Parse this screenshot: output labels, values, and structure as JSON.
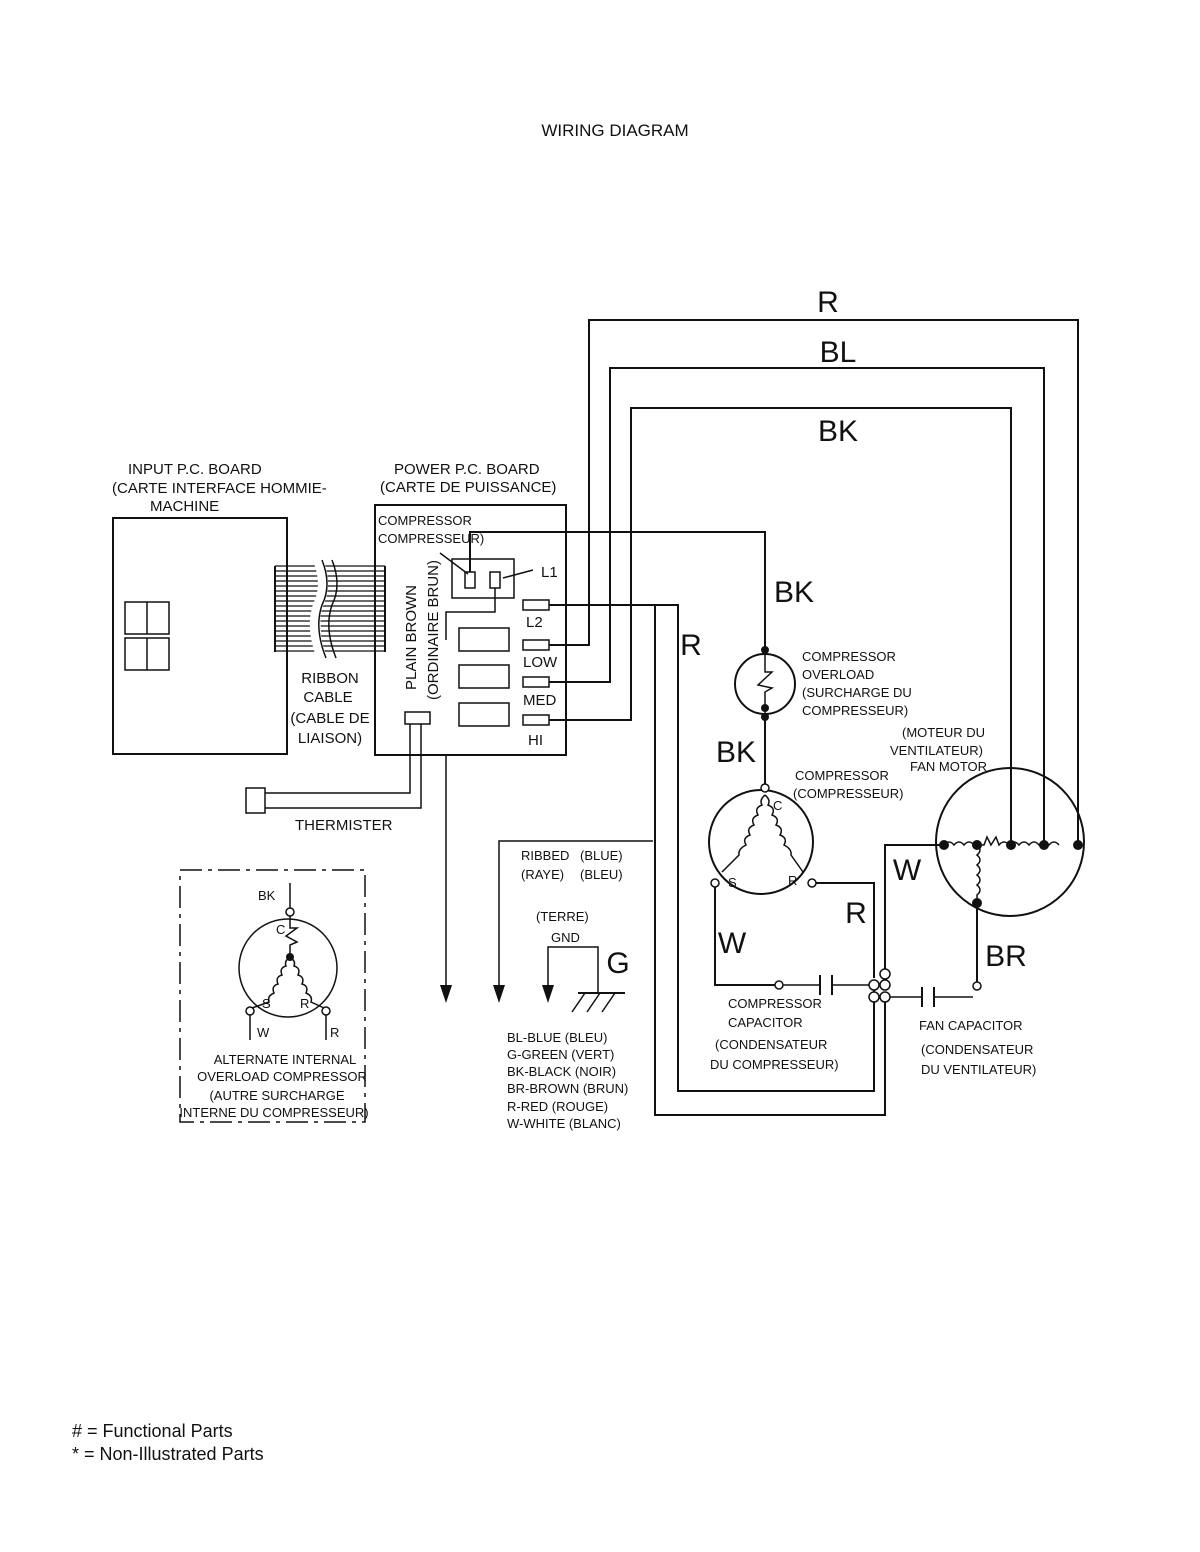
{
  "title": "WIRING DIAGRAM",
  "input_board": {
    "title": "INPUT P.C. BOARD",
    "subtitle_1": "(CARTE INTERFACE HOMMIE-",
    "subtitle_2": "MACHINE"
  },
  "ribbon": {
    "line1": "RIBBON",
    "line2": "CABLE",
    "line3": "(CABLE DE",
    "line4": "LIAISON)"
  },
  "power_board": {
    "title": "POWER P.C. BOARD",
    "subtitle": "(CARTE DE PUISSANCE)",
    "compressor_1": "COMPRESSOR",
    "compressor_2": "COMPRESSEUR)",
    "l1": "L1",
    "l2": "L2",
    "low": "LOW",
    "med": "MED",
    "hi": "HI",
    "plain_brown": "PLAIN BROWN",
    "ordinaire_brun": "(ORDINAIRE BRUN)"
  },
  "thermister": "THERMISTER",
  "wire_labels": {
    "r_top": "R",
    "bl_top": "BL",
    "bk_top": "BK",
    "bk_mid": "BK",
    "r_mid": "R",
    "bk_low": "BK",
    "w_left": "W",
    "r_right": "R",
    "w_right": "W",
    "br": "BR",
    "g": "G"
  },
  "overload": {
    "line1": "COMPRESSOR",
    "line2": "OVERLOAD",
    "line3": "(SURCHARGE DU",
    "line4": "COMPRESSEUR)"
  },
  "compressor": {
    "line1": "COMPRESSOR",
    "line2": "(COMPRESSEUR)",
    "c": "C",
    "s": "S",
    "r": "R"
  },
  "fan_motor": {
    "line1": "(MOTEUR DU",
    "line2": "VENTILATEUR)",
    "line3": "FAN MOTOR"
  },
  "comp_cap": {
    "line1": "COMPRESSOR",
    "line2": "CAPACITOR",
    "line3": "(CONDENSATEUR",
    "line4": "DU COMPRESSEUR)"
  },
  "fan_cap": {
    "line1": "FAN CAPACITOR",
    "line2": "(CONDENSATEUR",
    "line3": "DU VENTILATEUR)"
  },
  "ground": {
    "ribbed": "RIBBED",
    "blue": "(BLUE)",
    "raye": "(RAYE)",
    "bleu": "(BLEU)",
    "terre": "(TERRE)",
    "gnd": "GND"
  },
  "alternate": {
    "bk": "BK",
    "c": "C",
    "s": "S",
    "r": "R",
    "w_lead": "W",
    "r_lead": "R",
    "line1": "ALTERNATE INTERNAL",
    "line2": "OVERLOAD COMPRESSOR",
    "line3": "(AUTRE SURCHARGE",
    "line4": "INTERNE DU COMPRESSEUR)"
  },
  "legend": [
    "BL-BLUE (BLEU)",
    "G-GREEN (VERT)",
    "BK-BLACK (NOIR)",
    "BR-BROWN (BRUN)",
    "R-RED (ROUGE)",
    "W-WHITE (BLANC)"
  ],
  "footnotes": [
    "#  =  Functional Parts",
    "*   =  Non-Illustrated Parts"
  ]
}
